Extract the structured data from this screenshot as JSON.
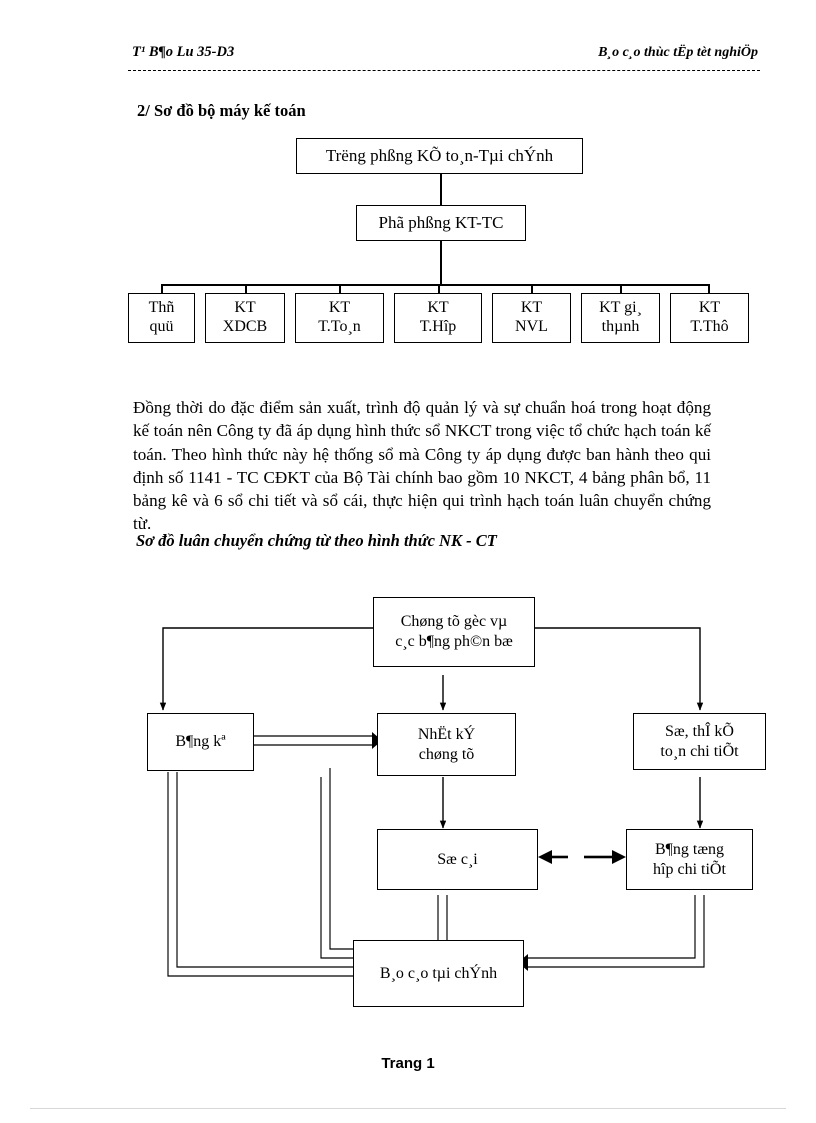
{
  "document": {
    "header": {
      "left": "T¹ B¶o Lu  35-D3",
      "right": "B¸o c¸o thùc tËp tèt nghiÖp"
    },
    "footer": {
      "page_label": "Trang 1"
    }
  },
  "section": {
    "heading": "2/ Sơ đồ bộ máy kế toán"
  },
  "org_chart": {
    "name": "accounting-apparatus-org-chart",
    "top": "Trëng  phßng KÕ to¸n-Tµi chÝnh",
    "deputy": "Phã phßng KT-TC",
    "units": [
      {
        "line1": "Thñ",
        "line2": "quü"
      },
      {
        "line1": "KT",
        "line2": "XDCB"
      },
      {
        "line1": "KT",
        "line2": "T.To¸n"
      },
      {
        "line1": "KT",
        "line2": "T.Hîp"
      },
      {
        "line1": "KT",
        "line2": "NVL"
      },
      {
        "line1": "KT gi¸",
        "line2": "thµnh"
      },
      {
        "line1": "KT",
        "line2": "T.Thô"
      }
    ]
  },
  "paragraph": {
    "body": "Đồng thời do đặc điểm sản xuất, trình độ quản lý và sự chuẩn hoá trong hoạt động kế toán nên Công ty đã áp dụng hình thức sổ NKCT trong việc tổ chức hạch toán kế toán. Theo hình thức này hệ thống sổ mà Công ty áp dụng được ban hành theo qui định số 1141 - TC CĐKT của Bộ Tài chính bao gồm 10 NKCT, 4 bảng phân bổ, 11 bảng kê và 6 sổ chi tiết và sổ cái, thực hiện qui trình hạch toán luân chuyển chứng từ."
  },
  "flow_chart": {
    "heading": "Sơ đồ luân chuyển chứng từ theo hình thức NK - CT",
    "name": "document-rotation-flowchart",
    "nodes": {
      "source": {
        "line1": "Chøng tõ gèc vµ",
        "line2": "c¸c b¶ng ph©n bæ"
      },
      "bangke": {
        "line1": "B¶ng kª",
        "line2": ""
      },
      "nhatky": {
        "line1": "NhËt kÝ",
        "line2": "chøng tõ"
      },
      "sothe": {
        "line1": "Sæ, thÎ kÕ",
        "line2": "to¸n chi tiÕt"
      },
      "socai": {
        "line1": "Sæ c¸i",
        "line2": ""
      },
      "bangtonghop": {
        "line1": "B¶ng tæng",
        "line2": "hîp chi tiÕt"
      },
      "baocao": {
        "line1": "B¸o c¸o tµi chÝnh",
        "line2": ""
      }
    }
  },
  "colors": {
    "ink": "#000000",
    "paper": "#ffffff",
    "rule": "#d8d8d8"
  }
}
